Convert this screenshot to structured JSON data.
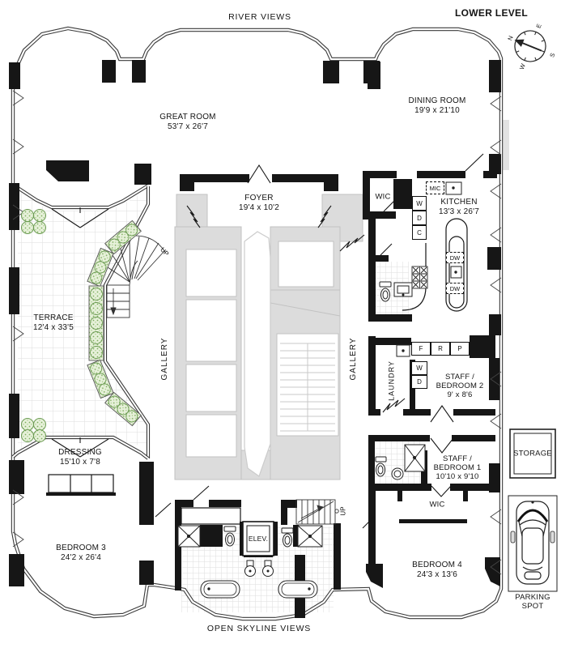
{
  "header": {
    "river_views": "RIVER VIEWS",
    "lower_level": "LOWER LEVEL"
  },
  "footer": {
    "open_skyline_views": "OPEN SKYLINE VIEWS"
  },
  "compass": {
    "n": "N",
    "e": "E",
    "s": "S",
    "w": "W"
  },
  "rooms": {
    "great_room": {
      "name": "GREAT ROOM",
      "dims": "53'7 x 26'7"
    },
    "dining_room": {
      "name": "DINING ROOM",
      "dims": "19'9 x 21'10"
    },
    "foyer": {
      "name": "FOYER",
      "dims": "19'4 x 10'2"
    },
    "kitchen": {
      "name": "KITCHEN",
      "dims": "13'3 x 26'7"
    },
    "terrace": {
      "name": "TERRACE",
      "dims": "12'4 x 33'5"
    },
    "dressing": {
      "name": "DRESSING",
      "dims": "15'10 x 7'8"
    },
    "bedroom_3": {
      "name": "BEDROOM 3",
      "dims": "24'2 x 26'4"
    },
    "bedroom_4": {
      "name": "BEDROOM 4",
      "dims": "24'3 x 13'6"
    },
    "staff_bedroom_2": {
      "line1": "STAFF /",
      "line2": "BEDROOM 2",
      "dims": "9' x 8'6"
    },
    "staff_bedroom_1": {
      "line1": "STAFF /",
      "line2": "BEDROOM 1",
      "dims": "10'10 x 9'10"
    },
    "wic_upper": {
      "name": "WIC"
    },
    "wic_lower": {
      "name": "WIC"
    },
    "gallery_left": {
      "name": "GALLERY"
    },
    "gallery_right": {
      "name": "GALLERY"
    },
    "laundry": {
      "name": "LAUNDRY"
    },
    "storage": {
      "name": "STORAGE"
    },
    "elevator": {
      "name": "ELEV."
    },
    "parking_spot": {
      "line1": "PARKING",
      "line2": "SPOT"
    }
  },
  "appliances": {
    "mic": "MIC",
    "washer": "W",
    "dryer": "D",
    "closet_c": "C",
    "dw_upper": "DW",
    "dw_lower": "DW",
    "fridge_f": "F",
    "range_r": "R",
    "pantry_p": "P",
    "washer_2": "W",
    "dryer_2": "D"
  },
  "stairs": {
    "up_terrace": "UP",
    "up_hall": "UP"
  },
  "colors": {
    "wall": "#161616",
    "core_gray": "#dcdcdc",
    "tile": "#d9d9d9",
    "plant_fill": "#e7f1da",
    "plant_stroke": "#76a45c"
  }
}
